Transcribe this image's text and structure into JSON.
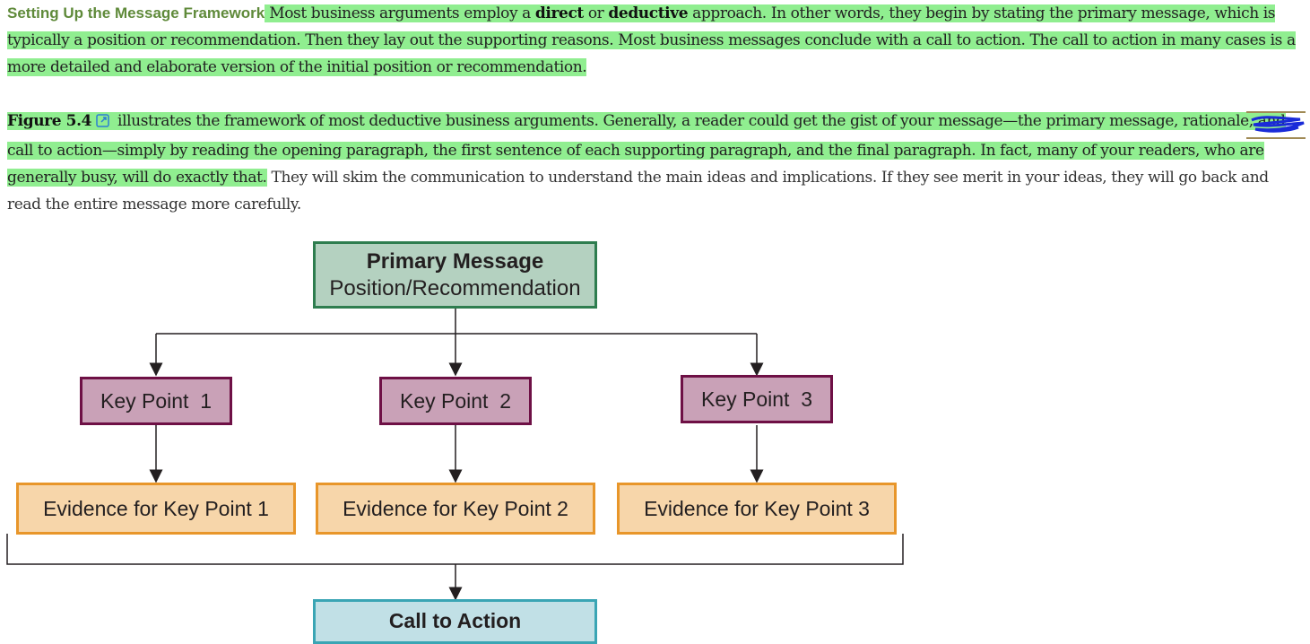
{
  "section": {
    "heading": "Setting Up the Message Framework",
    "p1": {
      "t1": " Most business arguments employ a ",
      "b1": "direct",
      "t2": " or ",
      "b2": "deductive",
      "t3": " approach. In other words, they begin by stating the primary message, which is typically a position or recommendation. Then they lay out the supporting reasons. Most business messages conclude with a call to action. The call to action in many cases is a more detailed and elaborate version of the initial position or recommendation."
    },
    "p2": {
      "figure_link": "Figure 5.4",
      "highlighted": " illustrates the framework of most deductive business arguments. Generally, a reader could get the gist of your message—the primary message, rationale, and call to action—simply by reading the opening paragraph, the first sentence of each supporting paragraph, and the final paragraph. In fact, many of your readers, who are generally busy, will do exactly that.",
      "plain": " They will skim the communication to understand the main ideas and implications. If they see merit in your ideas, they will go back and read the entire message more carefully."
    }
  },
  "icons": {
    "figure_link_icon": "external-link-icon",
    "annotation": "scribble-icon"
  },
  "colors": {
    "highlight": "#90ee90",
    "heading": "#5f8a3a",
    "primary_fill": "#b4d1c0",
    "primary_border": "#2e7d4f",
    "key_fill": "#c9a1b7",
    "key_border": "#6e1045",
    "evidence_fill": "#f7d6aa",
    "evidence_border": "#e8962a",
    "cta_fill": "#c1e0e6",
    "cta_border": "#3aa5b4"
  },
  "diagram": {
    "primary_title": "Primary Message",
    "primary_subtitle": "Position/Recommendation",
    "key_points": [
      "Key Point  1",
      "Key Point  2",
      "Key Point  3"
    ],
    "evidence": [
      "Evidence for Key Point 1",
      "Evidence for Key Point 2",
      "Evidence for Key Point 3"
    ],
    "call_to_action": "Call to Action"
  }
}
